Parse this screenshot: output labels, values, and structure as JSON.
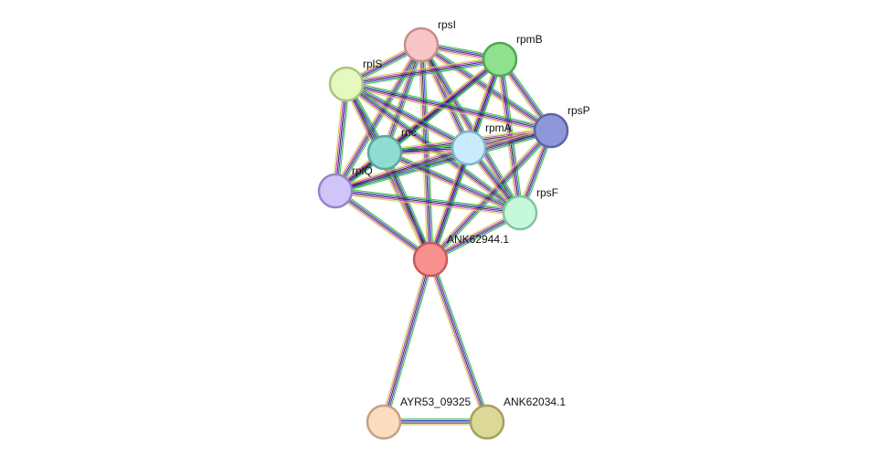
{
  "network": {
    "nodes": [
      {
        "id": "rpsI",
        "label": "rpsI",
        "fill": "#f8c6c6",
        "stroke": "#c88d8d"
      },
      {
        "id": "rpmB",
        "label": "rpmB",
        "fill": "#8fe08f",
        "stroke": "#4ea84e"
      },
      {
        "id": "rplS",
        "label": "rplS",
        "fill": "#e5f8c0",
        "stroke": "#a8c57e"
      },
      {
        "id": "rpsP",
        "label": "rpsP",
        "fill": "#8e97d9",
        "stroke": "#5b64a8"
      },
      {
        "id": "rnc",
        "label": "rnc",
        "fill": "#8fdcd2",
        "stroke": "#58a89e"
      },
      {
        "id": "rpmA",
        "label": "rpmA",
        "fill": "#c9ebfb",
        "stroke": "#7fb4cf"
      },
      {
        "id": "rplQ",
        "label": "rplQ",
        "fill": "#d1c4f8",
        "stroke": "#9684c8"
      },
      {
        "id": "rpsF",
        "label": "rpsF",
        "fill": "#c6f8dc",
        "stroke": "#7fc79d"
      },
      {
        "id": "ANK62944.1",
        "label": "ANK62944.1",
        "fill": "#f89090",
        "stroke": "#c65a5a"
      },
      {
        "id": "AYR53_09325",
        "label": "AYR53_09325",
        "fill": "#fcdcc0",
        "stroke": "#c7a080"
      },
      {
        "id": "ANK62034.1",
        "label": "ANK62034.1",
        "fill": "#dcd898",
        "stroke": "#a3a05e"
      }
    ],
    "edges": [
      [
        "rpsI",
        "rpmB"
      ],
      [
        "rpsI",
        "rplS"
      ],
      [
        "rpsI",
        "rpsP"
      ],
      [
        "rpsI",
        "rnc"
      ],
      [
        "rpsI",
        "rpmA"
      ],
      [
        "rpsI",
        "rplQ"
      ],
      [
        "rpsI",
        "rpsF"
      ],
      [
        "rpsI",
        "ANK62944.1"
      ],
      [
        "rpmB",
        "rplS"
      ],
      [
        "rpmB",
        "rpsP"
      ],
      [
        "rpmB",
        "rnc"
      ],
      [
        "rpmB",
        "rpmA"
      ],
      [
        "rpmB",
        "rplQ"
      ],
      [
        "rpmB",
        "rpsF"
      ],
      [
        "rpmB",
        "ANK62944.1"
      ],
      [
        "rplS",
        "rpsP"
      ],
      [
        "rplS",
        "rnc"
      ],
      [
        "rplS",
        "rpmA"
      ],
      [
        "rplS",
        "rplQ"
      ],
      [
        "rplS",
        "rpsF"
      ],
      [
        "rplS",
        "ANK62944.1"
      ],
      [
        "rpsP",
        "rnc"
      ],
      [
        "rpsP",
        "rpmA"
      ],
      [
        "rpsP",
        "rplQ"
      ],
      [
        "rpsP",
        "rpsF"
      ],
      [
        "rpsP",
        "ANK62944.1"
      ],
      [
        "rnc",
        "rpmA"
      ],
      [
        "rnc",
        "rplQ"
      ],
      [
        "rnc",
        "rpsF"
      ],
      [
        "rnc",
        "ANK62944.1"
      ],
      [
        "rpmA",
        "rplQ"
      ],
      [
        "rpmA",
        "rpsF"
      ],
      [
        "rpmA",
        "ANK62944.1"
      ],
      [
        "rplQ",
        "rpsF"
      ],
      [
        "rplQ",
        "ANK62944.1"
      ],
      [
        "rpsF",
        "ANK62944.1"
      ],
      [
        "ANK62944.1",
        "AYR53_09325"
      ],
      [
        "ANK62944.1",
        "ANK62034.1"
      ],
      [
        "AYR53_09325",
        "ANK62034.1"
      ]
    ],
    "edge_colors": [
      "#2ec22e",
      "#3b3bd6",
      "#222222",
      "#cc33cc",
      "#c8d848"
    ]
  }
}
